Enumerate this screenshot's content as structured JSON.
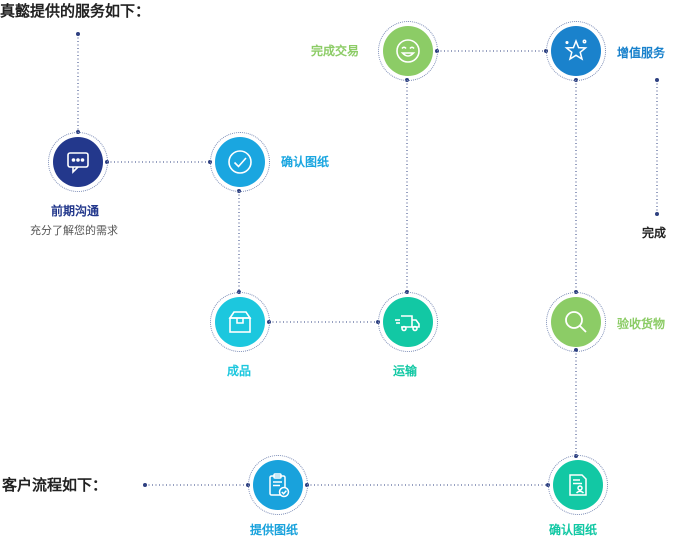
{
  "headings": {
    "services": "真懿提供的服务如下：",
    "customer_flow": "客户流程如下："
  },
  "steps": {
    "consult": {
      "label": "前期沟通",
      "note": "充分了解您的需求",
      "icon": "chat-bubble-icon",
      "color": "#23388c"
    },
    "confirm_drawings": {
      "label": "确认图纸",
      "icon": "checkmark-icon",
      "color": "#1aa6e0"
    },
    "finished_goods": {
      "label": "成品",
      "icon": "box-icon",
      "color": "#1cc7de"
    },
    "transport": {
      "label": "运输",
      "icon": "truck-icon",
      "color": "#12c8a4"
    },
    "deal": {
      "label": "完成交易",
      "icon": "smiley-icon",
      "color": "#8ccc66"
    },
    "value_added": {
      "label": "增值服务",
      "icon": "star-icon",
      "color": "#1a82cc"
    },
    "inspection": {
      "label": "验收货物",
      "icon": "magnifier-icon",
      "color": "#8ccc66"
    },
    "done": {
      "label": "完成"
    },
    "provide_drawings": {
      "label": "提供图纸",
      "icon": "clipboard-check-icon",
      "color": "#19a2dc"
    },
    "confirm_drawings_final": {
      "label": "确认图纸",
      "icon": "document-user-icon",
      "color": "#12c8a4"
    }
  },
  "colors": {
    "connector": "#2e4080",
    "ring": "#7f8fb8",
    "heading": "#222222"
  }
}
